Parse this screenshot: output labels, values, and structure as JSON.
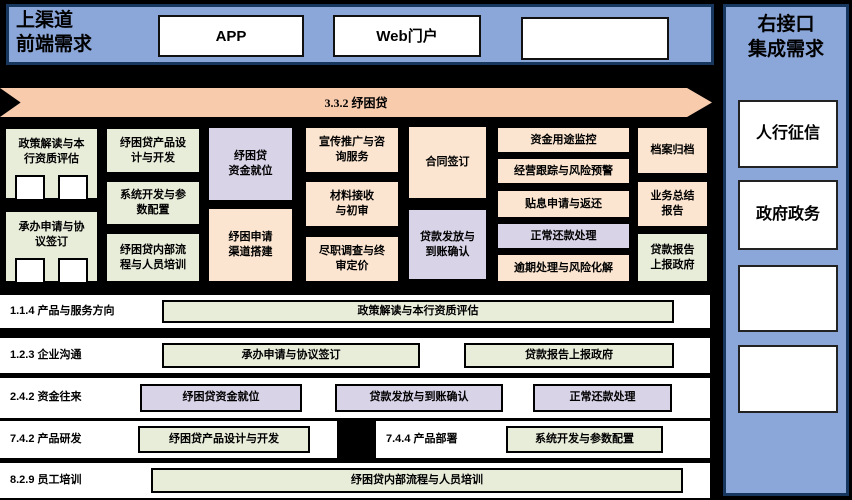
{
  "colors": {
    "panel_blue": "#8ba6d9",
    "border_navy": "#17375e",
    "arrow_orange": "#f8cbad",
    "box_green": "#e8edda",
    "box_lavender": "#d9d3e8",
    "box_peach": "#fbe5d0"
  },
  "top_bar": {
    "title_line1": "上渠道",
    "title_line2": "前端需求",
    "boxes": [
      {
        "text": "APP"
      },
      {
        "text": "Web门户"
      },
      {
        "text": ""
      }
    ]
  },
  "right_panel": {
    "title_line1": "右接口",
    "title_line2": "集成需求",
    "boxes": [
      {
        "text": "人行征信"
      },
      {
        "text": "政府政务"
      },
      {
        "text": ""
      },
      {
        "text": ""
      }
    ]
  },
  "arrow": {
    "label": "3.3.2 纾困贷"
  },
  "grid": {
    "col1": [
      {
        "label": "政策解读与本\n行资质评估"
      },
      {
        "label": "承办申请与协\n议签订"
      }
    ],
    "col2": [
      {
        "label": "纾困贷产品设\n计与开发"
      },
      {
        "label": "系统开发与参\n数配置"
      },
      {
        "label": "纾困贷内部流\n程与人员培训"
      }
    ],
    "col3": [
      {
        "label": "纾困贷\n资金就位"
      },
      {
        "label": "纾困申请\n渠道搭建"
      }
    ],
    "col4": [
      {
        "label": "宣传推广与咨\n询服务"
      },
      {
        "label": "材料接收\n与初审"
      },
      {
        "label": "尽职调查与终\n审定价"
      }
    ],
    "col5": [
      {
        "label": "合同签订"
      },
      {
        "label": "贷款发放与\n到账确认"
      }
    ],
    "col6": [
      {
        "label": "资金用途监控"
      },
      {
        "label": "经营跟踪与风险预警"
      },
      {
        "label": "贴息申请与返还"
      },
      {
        "label": "正常还款处理"
      },
      {
        "label": "逾期处理与风险化解"
      }
    ],
    "col7": [
      {
        "label": "档案归档"
      },
      {
        "label": "业务总结\n报告"
      },
      {
        "label": "贷款报告\n上报政府"
      }
    ]
  },
  "rows": [
    {
      "label": "1.1.4 产品与服务方向",
      "boxes": [
        {
          "text": "政策解读与本行资质评估"
        }
      ]
    },
    {
      "label": "1.2.3 企业沟通",
      "boxes": [
        {
          "text": "承办申请与协议签订"
        },
        {
          "text": "贷款报告上报政府"
        }
      ]
    },
    {
      "label": "2.4.2 资金往来",
      "boxes": [
        {
          "text": "纾困贷资金就位"
        },
        {
          "text": "贷款发放与到账确认"
        },
        {
          "text": "正常还款处理"
        }
      ]
    },
    {
      "label": "7.4.2 产品研发",
      "boxes": [
        {
          "text": "纾困贷产品设计与开发"
        }
      ]
    },
    {
      "label": "7.4.4 产品部署",
      "boxes": [
        {
          "text": "系统开发与参数配置"
        }
      ]
    },
    {
      "label": "8.2.9 员工培训",
      "boxes": [
        {
          "text": "纾困贷内部流程与人员培训"
        }
      ]
    }
  ]
}
